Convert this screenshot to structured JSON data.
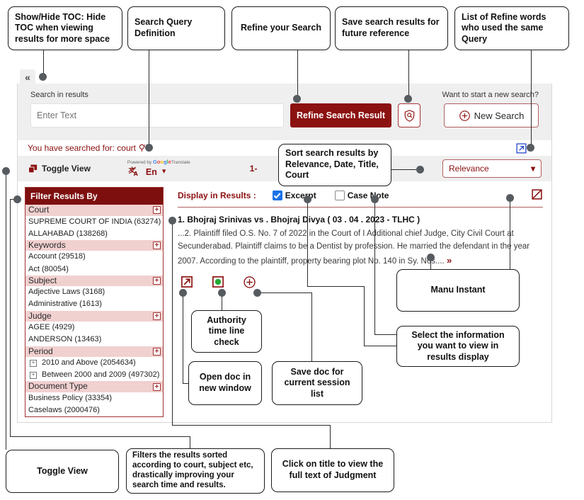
{
  "annotations": [
    {
      "id": "a-toc",
      "text": "Show/Hide TOC: Hide TOC when viewing results for more space"
    },
    {
      "id": "a-query",
      "text": "Search Query Definition"
    },
    {
      "id": "a-refine",
      "text": "Refine your Search"
    },
    {
      "id": "a-save",
      "text": "Save search results for future reference"
    },
    {
      "id": "a-list",
      "text": "List of Refine words who used the same Query"
    },
    {
      "id": "a-sort",
      "text": "Sort search results by Relevance, Date, Title, Court"
    },
    {
      "id": "a-manu",
      "text": "Manu Instant"
    },
    {
      "id": "a-select",
      "text": "Select the information you want to view in results display"
    },
    {
      "id": "a-auth",
      "text": "Authority time line check"
    },
    {
      "id": "a-opendoc",
      "text": "Open doc in new window"
    },
    {
      "id": "a-savedoc",
      "text": "Save doc for current session list"
    },
    {
      "id": "a-toggle",
      "text": "Toggle View"
    },
    {
      "id": "a-filters",
      "text": "Filters the results sorted according to court, subject etc, drastically improving your search time and results."
    },
    {
      "id": "a-clicktitle",
      "text": "Click on title to view the full text of Judgment"
    }
  ],
  "app": {
    "collapse_label": "«",
    "search": {
      "label": "Search in results",
      "placeholder": "Enter Text",
      "value": "",
      "refine_button": "Refine Search Result",
      "new_search_question": "Want to start a new search?",
      "new_search_button": "New Search"
    },
    "searched_for": "You have searched for: court",
    "toolbar": {
      "toggle_view": "Toggle View",
      "translate_powered": "Powered by",
      "translate_google": "Google",
      "translate_word": "Translate",
      "language": "En",
      "chevron": "⌄",
      "result_count": "1-",
      "sort_value": "Relevance"
    },
    "sidebar": {
      "header": "Filter Results By",
      "groups": [
        {
          "name": "Court",
          "expand": "+",
          "items": [
            {
              "label": "SUPREME COURT OF INDIA (63274)"
            },
            {
              "label": "ALLAHABAD (138268)"
            }
          ]
        },
        {
          "name": "Keywords",
          "expand": "+",
          "items": [
            {
              "label": "Account (29518)"
            },
            {
              "label": "Act (80054)"
            }
          ]
        },
        {
          "name": "Subject",
          "expand": "+",
          "items": [
            {
              "label": "Adjective Laws (3168)"
            },
            {
              "label": "Administrative (1613)"
            }
          ]
        },
        {
          "name": "Judge",
          "expand": "+",
          "items": [
            {
              "label": "AGEE (4929)"
            },
            {
              "label": "ANDERSON (13463)"
            }
          ]
        },
        {
          "name": "Period",
          "expand": "+",
          "items": [
            {
              "label": "2010 and Above (2054634)",
              "mini": "+"
            },
            {
              "label": "Between 2000 and 2009 (497302)",
              "mini": "+"
            }
          ]
        },
        {
          "name": "Document Type",
          "expand": "+",
          "items": [
            {
              "label": "Business Policy (33354)"
            },
            {
              "label": "Caselaws (2000476)"
            }
          ]
        }
      ]
    },
    "results": {
      "display_label": "Display in Results :",
      "excerpt_label": "Excerpt",
      "excerpt_checked": true,
      "casenote_label": "Case Note",
      "casenote_checked": false,
      "items": [
        {
          "title": "1. Bhojraj Srinivas vs . Bhojraj Divya ( 03 . 04 . 2023 - TLHC )",
          "excerpt": "...2. Plaintiff filed O.S. No. 7 of 2022 in the Court of I Additional chief Judge, City Civil Court at Secunderabad. Plaintiff claims to be a Dentist by profession. He married the defendant in the year 2007. According to the plaintiff, property bearing plot No. 140 in Sy. Nos....",
          "more": "»"
        }
      ]
    }
  },
  "colors": {
    "brand_dark": "#7d0f0f",
    "brand": "#8c1111",
    "accent_light": "#f7cdcd",
    "blue_link": "#2244cc",
    "green_dot": "#22aa33"
  }
}
